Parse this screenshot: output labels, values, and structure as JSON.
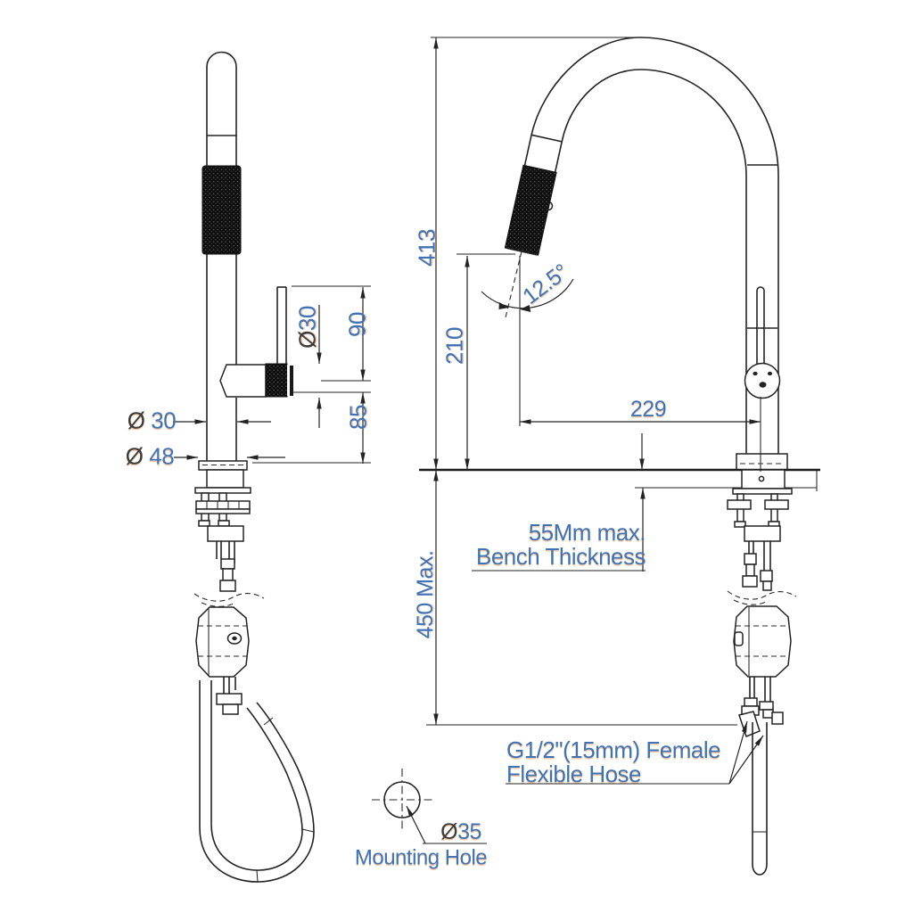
{
  "drawing": {
    "type": "Pull-out kitchen mixer tap installation drawing",
    "colors": {
      "line": "#232323",
      "dimension_text": "#3f72b6",
      "fringe": "#e08030",
      "knurl": "#0e0e0e",
      "background": "#ffffff"
    },
    "side_view": {
      "dim_aerator_diameter": {
        "phi": "Ø",
        "value": "30"
      },
      "dim_spout_height": "90",
      "dim_aerator_to_base_height": "85",
      "dim_body_diameter": {
        "phi": "Ø",
        "value": "30"
      },
      "dim_base_diameter": {
        "phi": "Ø",
        "value": "48"
      }
    },
    "front_view": {
      "dim_overall_height": "413",
      "dim_outlet_height": "210",
      "dim_spout_reach": "229",
      "dim_spout_angle": "12.5°",
      "dim_under_bench_max": "450 Max.",
      "note_bench_line1": "55Mm max.",
      "note_bench_line2": "Bench Thickness",
      "note_hose_line1": "G1/2\"(15mm) Female",
      "note_hose_line2": "Flexible Hose"
    },
    "mounting_hole_detail": {
      "dim_hole_diameter": {
        "phi": "Ø",
        "value": "35"
      },
      "label": "Mounting Hole"
    }
  }
}
